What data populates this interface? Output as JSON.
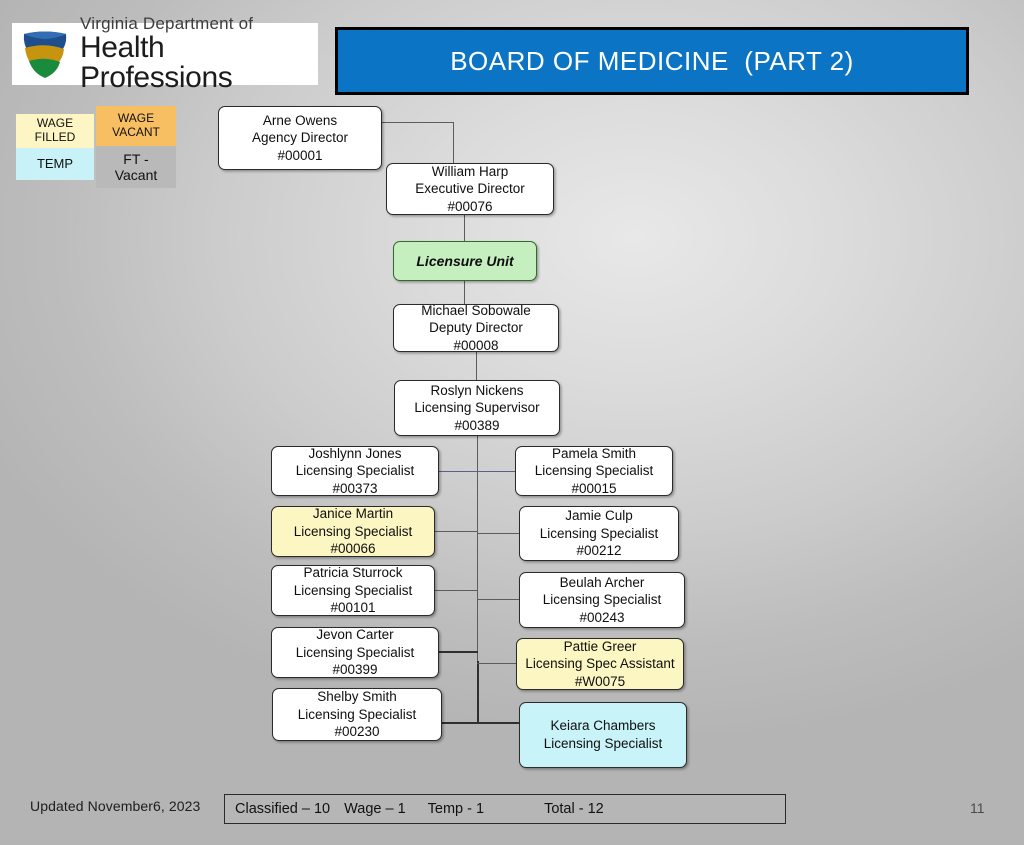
{
  "header": {
    "title": "BOARD OF MEDICINE  (PART 2)",
    "logo": {
      "line1": "Virginia Department of",
      "line2": "Health Professions",
      "icon": "shield-logo"
    }
  },
  "legend": {
    "wage_filled": "WAGE\nFILLED",
    "wage_filled_l1": "WAGE",
    "wage_filled_l2": "FILLED",
    "wage_vacant_l1": "WAGE",
    "wage_vacant_l2": "VACANT",
    "temp": "TEMP",
    "ft_vacant_l1": "FT -",
    "ft_vacant_l2": "Vacant",
    "colors": {
      "wage_filled": "#fdf6c4",
      "wage_vacant": "#f7bf62",
      "temp": "#c8f2f7",
      "ft_vacant": "#b9b9b9"
    }
  },
  "chart_data": {
    "type": "org-chart",
    "title": "BOARD OF MEDICINE  (PART 2)",
    "nodes": [
      {
        "id": "arne-owens",
        "name": "Arne Owens",
        "role": "Agency Director",
        "number": "#00001",
        "status": "classified"
      },
      {
        "id": "william-harp",
        "name": "William Harp",
        "role": "Executive Director",
        "number": "#00076",
        "status": "classified"
      },
      {
        "id": "licensure-unit",
        "name": "Licensure Unit",
        "role": "",
        "number": "",
        "status": "unit"
      },
      {
        "id": "michael-sobowale",
        "name": "Michael Sobowale",
        "role": "Deputy Director",
        "number": "#00008",
        "status": "classified"
      },
      {
        "id": "roslyn-nickens",
        "name": "Roslyn Nickens",
        "role": "Licensing Supervisor",
        "number": "#00389",
        "status": "classified"
      },
      {
        "id": "joshlynn-jones",
        "name": "Joshlynn Jones",
        "role": "Licensing Specialist",
        "number": "#00373",
        "status": "classified"
      },
      {
        "id": "janice-martin",
        "name": "Janice Martin",
        "role": "Licensing Specialist",
        "number": "#00066",
        "status": "wage-filled"
      },
      {
        "id": "patricia-sturrock",
        "name": "Patricia Sturrock",
        "role": "Licensing Specialist",
        "number": "#00101",
        "status": "classified"
      },
      {
        "id": "jevon-carter",
        "name": "Jevon Carter",
        "role": "Licensing Specialist",
        "number": "#00399",
        "status": "classified"
      },
      {
        "id": "shelby-smith",
        "name": "Shelby Smith",
        "role": "Licensing Specialist",
        "number": "#00230",
        "status": "classified"
      },
      {
        "id": "pamela-smith",
        "name": "Pamela Smith",
        "role": "Licensing Specialist",
        "number": "#00015",
        "status": "classified"
      },
      {
        "id": "jamie-culp",
        "name": "Jamie Culp",
        "role": "Licensing Specialist",
        "number": "#00212",
        "status": "classified"
      },
      {
        "id": "beulah-archer",
        "name": "Beulah Archer",
        "role": "Licensing Specialist",
        "number": "#00243",
        "status": "classified"
      },
      {
        "id": "pattie-greer",
        "name": "Pattie Greer",
        "role": "Licensing Spec Assistant",
        "number": "#W0075",
        "status": "wage-filled"
      },
      {
        "id": "keiara-chambers",
        "name": "Keiara Chambers",
        "role": "Licensing Specialist",
        "number": "",
        "status": "temp"
      }
    ],
    "edges": [
      [
        "arne-owens",
        "william-harp"
      ],
      [
        "william-harp",
        "licensure-unit"
      ],
      [
        "licensure-unit",
        "michael-sobowale"
      ],
      [
        "michael-sobowale",
        "roslyn-nickens"
      ],
      [
        "roslyn-nickens",
        "joshlynn-jones"
      ],
      [
        "roslyn-nickens",
        "pamela-smith"
      ],
      [
        "roslyn-nickens",
        "janice-martin"
      ],
      [
        "roslyn-nickens",
        "jamie-culp"
      ],
      [
        "roslyn-nickens",
        "patricia-sturrock"
      ],
      [
        "roslyn-nickens",
        "beulah-archer"
      ],
      [
        "roslyn-nickens",
        "jevon-carter"
      ],
      [
        "roslyn-nickens",
        "pattie-greer"
      ],
      [
        "roslyn-nickens",
        "shelby-smith"
      ],
      [
        "roslyn-nickens",
        "keiara-chambers"
      ]
    ]
  },
  "footer": {
    "updated": "Updated November6, 2023",
    "classified": "Classified – 10",
    "wage": "Wage – 1",
    "temp": "Temp - 1",
    "total": "Total - 12",
    "page_number": "11"
  }
}
